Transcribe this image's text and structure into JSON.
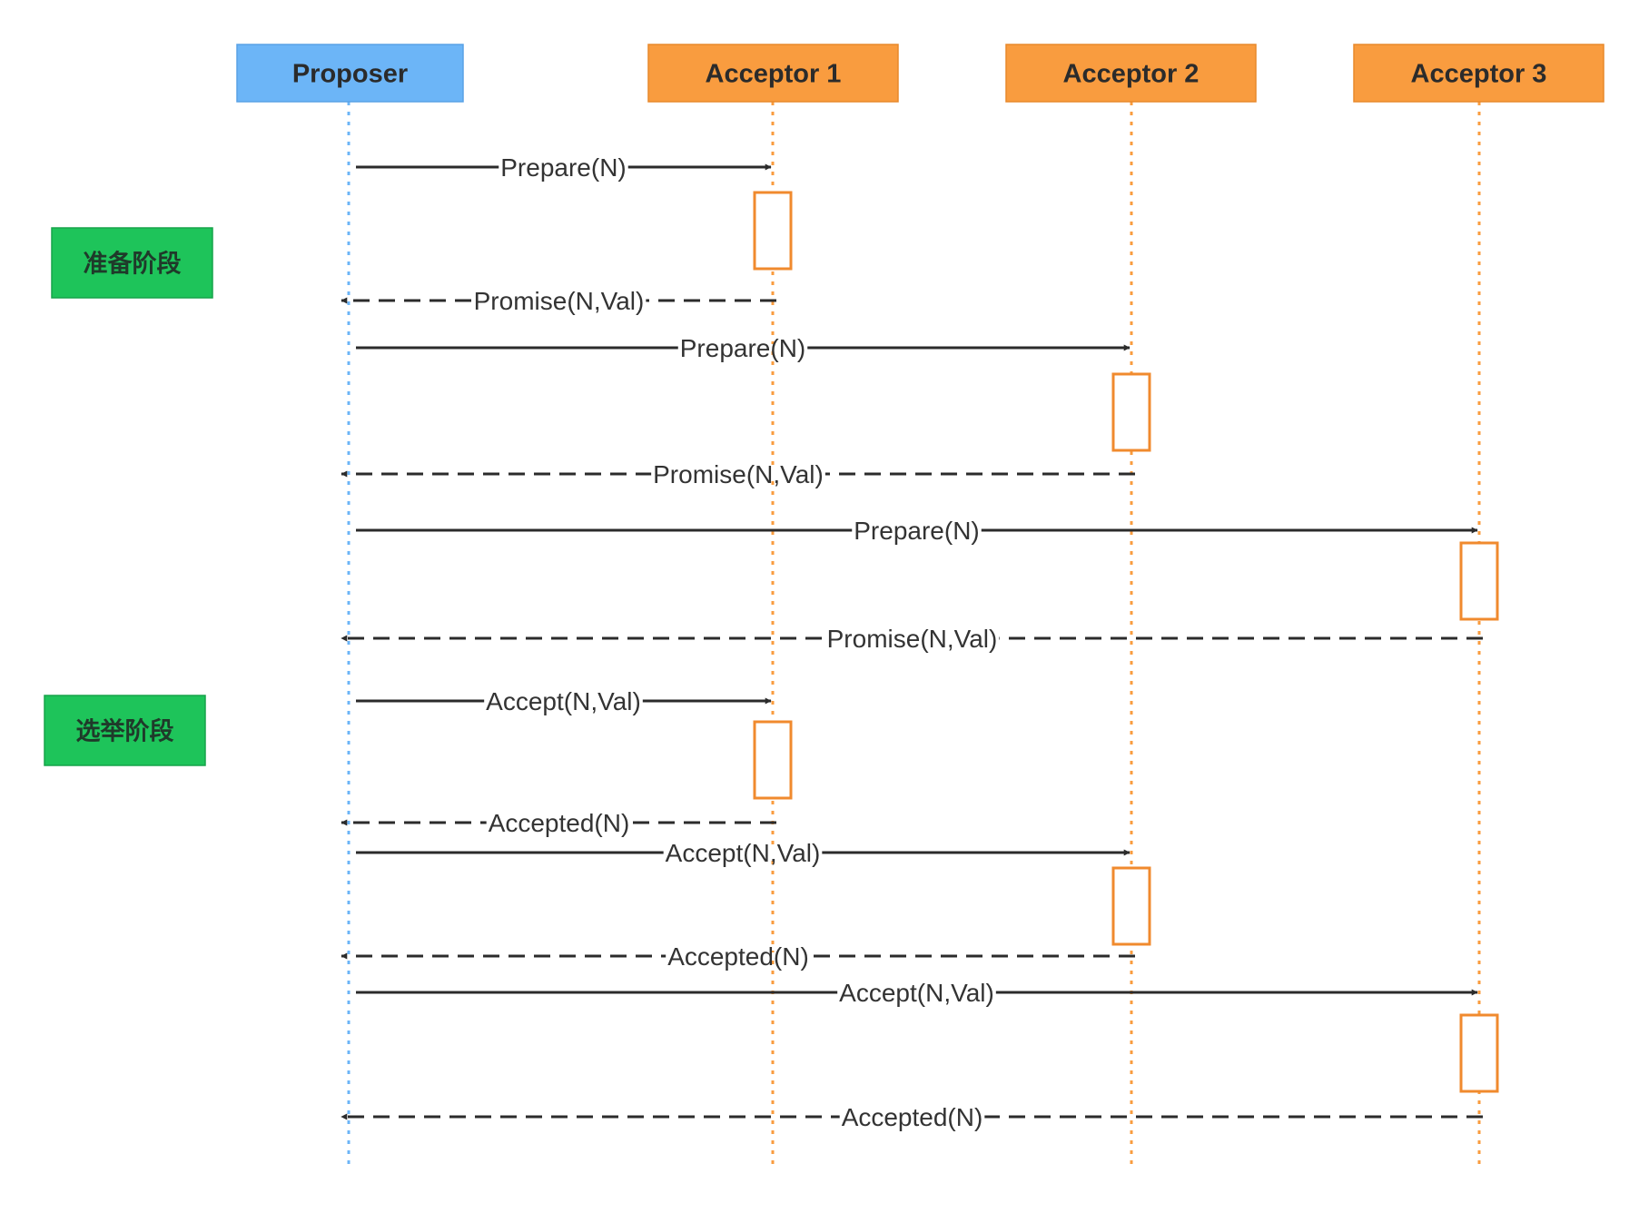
{
  "colors": {
    "proposer": "#6cb5f7",
    "acceptor": "#f99c3f",
    "activation": "#f08a2e",
    "phase": "#1ec45a",
    "arrow": "#2b2b2b"
  },
  "participants": [
    {
      "id": "proposer",
      "label": "Proposer"
    },
    {
      "id": "acceptor1",
      "label": "Acceptor 1"
    },
    {
      "id": "acceptor2",
      "label": "Acceptor 2"
    },
    {
      "id": "acceptor3",
      "label": "Acceptor 3"
    }
  ],
  "phases": [
    {
      "id": "prepare-phase",
      "label": "准备阶段"
    },
    {
      "id": "accept-phase",
      "label": "选举阶段"
    }
  ],
  "messages": [
    {
      "from": "proposer",
      "to": "acceptor1",
      "label": "Prepare(N)",
      "style": "solid"
    },
    {
      "from": "acceptor1",
      "to": "proposer",
      "label": "Promise(N,Val)",
      "style": "dashed"
    },
    {
      "from": "proposer",
      "to": "acceptor2",
      "label": "Prepare(N)",
      "style": "solid"
    },
    {
      "from": "acceptor2",
      "to": "proposer",
      "label": "Promise(N,Val)",
      "style": "dashed"
    },
    {
      "from": "proposer",
      "to": "acceptor3",
      "label": "Prepare(N)",
      "style": "solid"
    },
    {
      "from": "acceptor3",
      "to": "proposer",
      "label": "Promise(N,Val)",
      "style": "dashed"
    },
    {
      "from": "proposer",
      "to": "acceptor1",
      "label": "Accept(N,Val)",
      "style": "solid"
    },
    {
      "from": "acceptor1",
      "to": "proposer",
      "label": "Accepted(N)",
      "style": "dashed"
    },
    {
      "from": "proposer",
      "to": "acceptor2",
      "label": "Accept(N,Val)",
      "style": "solid"
    },
    {
      "from": "acceptor2",
      "to": "proposer",
      "label": "Accepted(N)",
      "style": "dashed"
    },
    {
      "from": "proposer",
      "to": "acceptor3",
      "label": "Accept(N,Val)",
      "style": "solid"
    },
    {
      "from": "acceptor3",
      "to": "proposer",
      "label": "Accepted(N)",
      "style": "dashed"
    }
  ]
}
